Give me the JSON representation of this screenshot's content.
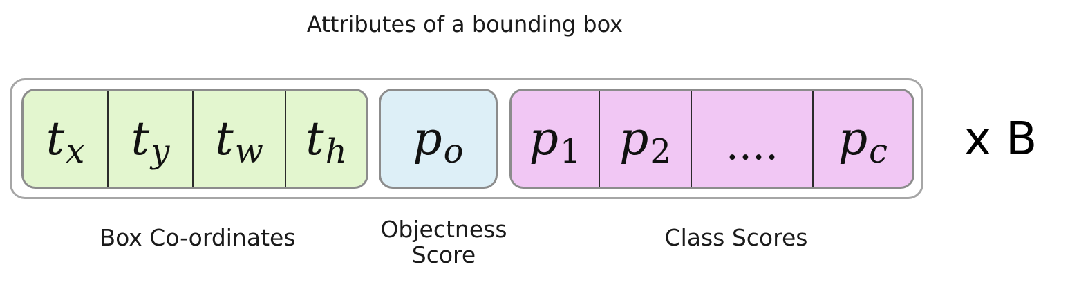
{
  "title": "Attributes of a bounding box",
  "groups": {
    "box": {
      "label": "Box Co-ordinates",
      "cells": [
        {
          "base": "t",
          "sub": "x"
        },
        {
          "base": "t",
          "sub": "y"
        },
        {
          "base": "t",
          "sub": "w"
        },
        {
          "base": "t",
          "sub": "h"
        }
      ]
    },
    "objectness": {
      "label_line1": "Objectness",
      "label_line2": "Score",
      "cell": {
        "base": "p",
        "sub": "o"
      }
    },
    "class": {
      "label": "Class Scores",
      "cells": [
        {
          "base": "p",
          "sub": "1"
        },
        {
          "base": "p",
          "sub": "2"
        },
        {
          "text": "...."
        },
        {
          "base": "p",
          "sub": "c"
        }
      ]
    }
  },
  "multiplier": "x B",
  "colors": {
    "box_fill": "#e3f6cf",
    "objectness_fill": "#ddeff7",
    "class_fill": "#f1c7f4",
    "border": "#8c8c8c"
  }
}
